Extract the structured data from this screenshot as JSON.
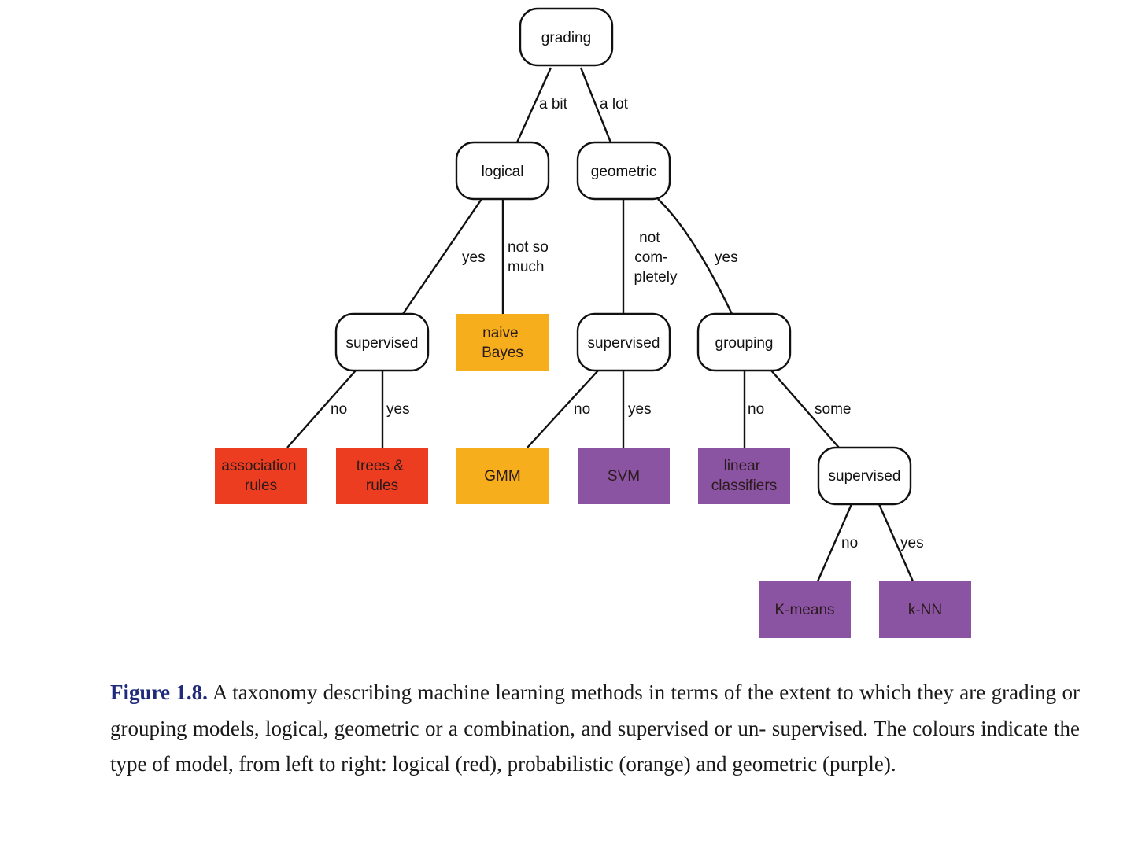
{
  "diagram": {
    "nodes": {
      "grading": {
        "label": "grading"
      },
      "logical": {
        "label": "logical"
      },
      "geometric": {
        "label": "geometric"
      },
      "supervised_logical": {
        "label": "supervised"
      },
      "naive_bayes": {
        "label": [
          "naive",
          "Bayes"
        ]
      },
      "supervised_geometric": {
        "label": "supervised"
      },
      "grouping": {
        "label": "grouping"
      },
      "association_rules": {
        "label": [
          "association",
          "rules"
        ]
      },
      "trees_rules": {
        "label": [
          "trees &",
          "rules"
        ]
      },
      "gmm": {
        "label": "GMM"
      },
      "svm": {
        "label": "SVM"
      },
      "linear_classifiers": {
        "label": [
          "linear",
          "classifiers"
        ]
      },
      "supervised_grouping": {
        "label": "supervised"
      },
      "kmeans": {
        "label": "K-means"
      },
      "knn": {
        "label": "k-NN"
      }
    },
    "edge_labels": {
      "a_bit": "a bit",
      "a_lot": "a lot",
      "yes_logical": "yes",
      "not_so_much": [
        "not so",
        "much"
      ],
      "not_completely": [
        "not",
        "com-",
        "pletely"
      ],
      "yes_geometric": "yes",
      "no_sup1": "no",
      "yes_sup1": "yes",
      "no_sup2": "no",
      "yes_sup2": "yes",
      "no_grouping": "no",
      "some_grouping": "some",
      "no_sup3": "no",
      "yes_sup3": "yes"
    },
    "colors": {
      "logical_red": "#ec3d21",
      "probabilistic_orange": "#f6ae1d",
      "geometric_purple": "#8b54a3",
      "node_fill": "#ffffff",
      "line": "#111111"
    }
  },
  "caption": {
    "label": "Figure 1.8.",
    "text": "A taxonomy describing machine learning methods in terms of the extent to which they are grading or grouping models, logical, geometric or a combination, and supervised or un- supervised. The colours indicate the type of model, from left to right: logical (red), probabilistic (orange) and geometric (purple)."
  }
}
